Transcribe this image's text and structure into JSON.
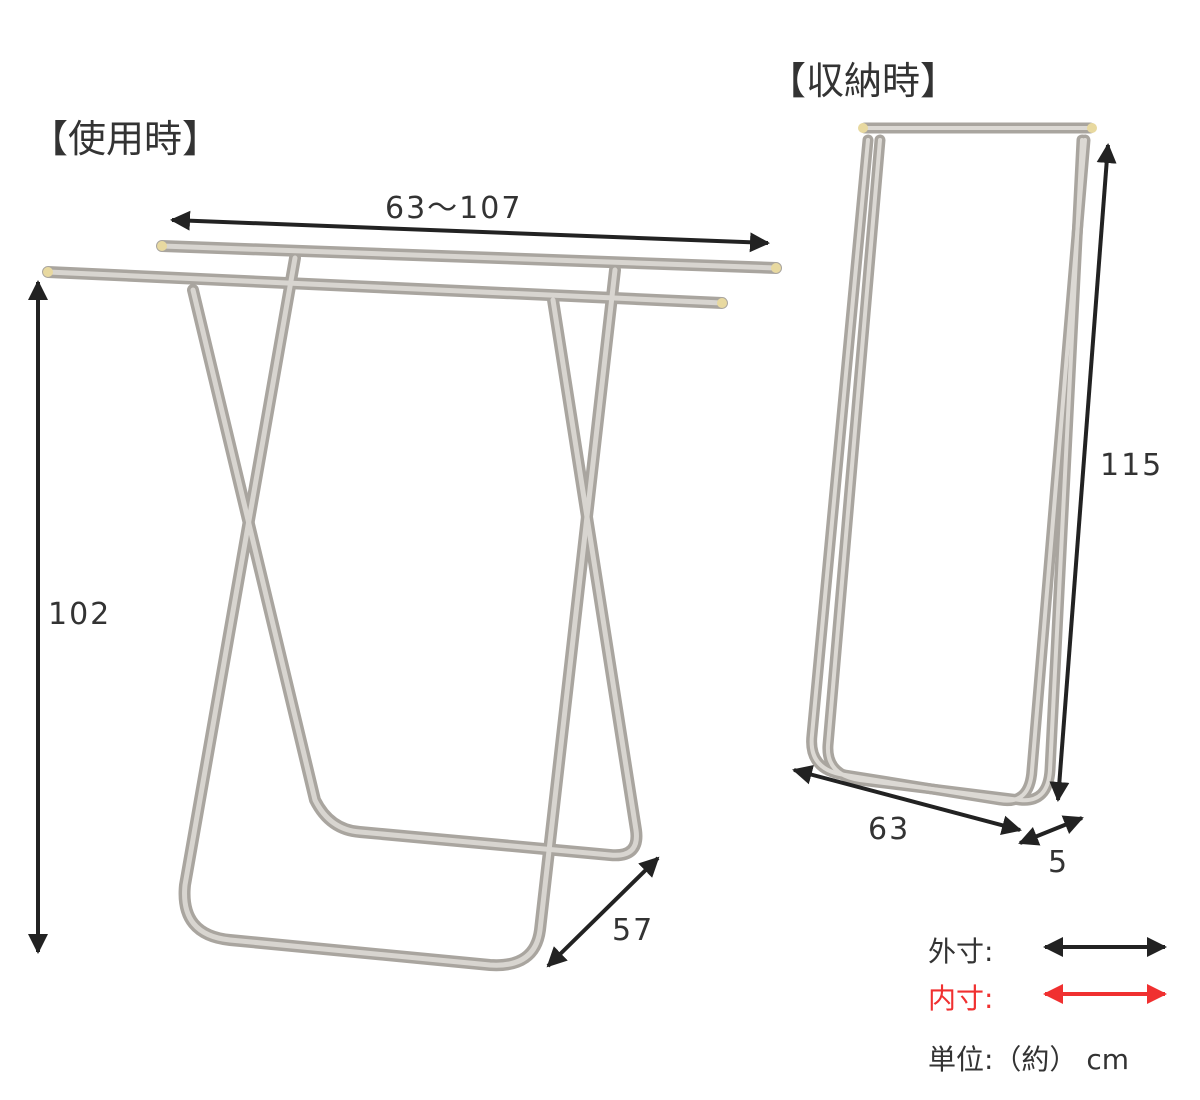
{
  "titles": {
    "in_use": "【使用時】",
    "stored": "【収納時】"
  },
  "in_use": {
    "width": "63〜107",
    "height": "102",
    "depth": "57"
  },
  "stored": {
    "height": "115",
    "width": "63",
    "depth": "5"
  },
  "legend": {
    "outer_label": "外寸:",
    "inner_label": "内寸:",
    "unit_label": "単位:（約） cm",
    "outer_color": "#333333",
    "inner_color": "#f03030"
  }
}
